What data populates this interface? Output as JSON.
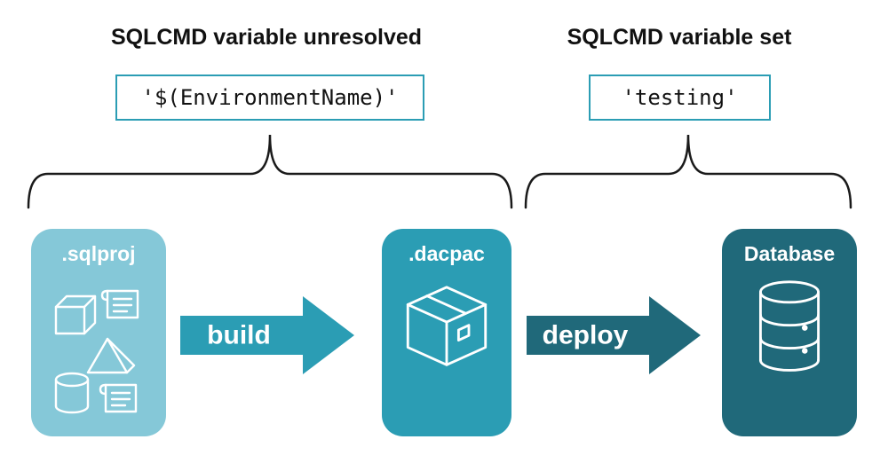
{
  "annotations": {
    "left": {
      "heading": "SQLCMD variable unresolved",
      "code": "'$(EnvironmentName)'"
    },
    "right": {
      "heading": "SQLCMD variable set",
      "code": "'testing'"
    }
  },
  "pipeline": {
    "nodes": [
      {
        "id": "sqlproj",
        "label": ".sqlproj",
        "icon": "sql-objects-icon"
      },
      {
        "id": "dacpac",
        "label": ".dacpac",
        "icon": "package-icon"
      },
      {
        "id": "database",
        "label": "Database",
        "icon": "database-icon"
      }
    ],
    "arrows": [
      {
        "id": "build",
        "label": "build"
      },
      {
        "id": "deploy",
        "label": "deploy"
      }
    ]
  },
  "colors": {
    "light_teal": "#85c8d8",
    "medium_teal": "#2b9db4",
    "dark_teal": "#20697a",
    "code_border": "#2b9db4",
    "brace": "#1a1a1a",
    "text": "#111111",
    "background": "#ffffff"
  }
}
